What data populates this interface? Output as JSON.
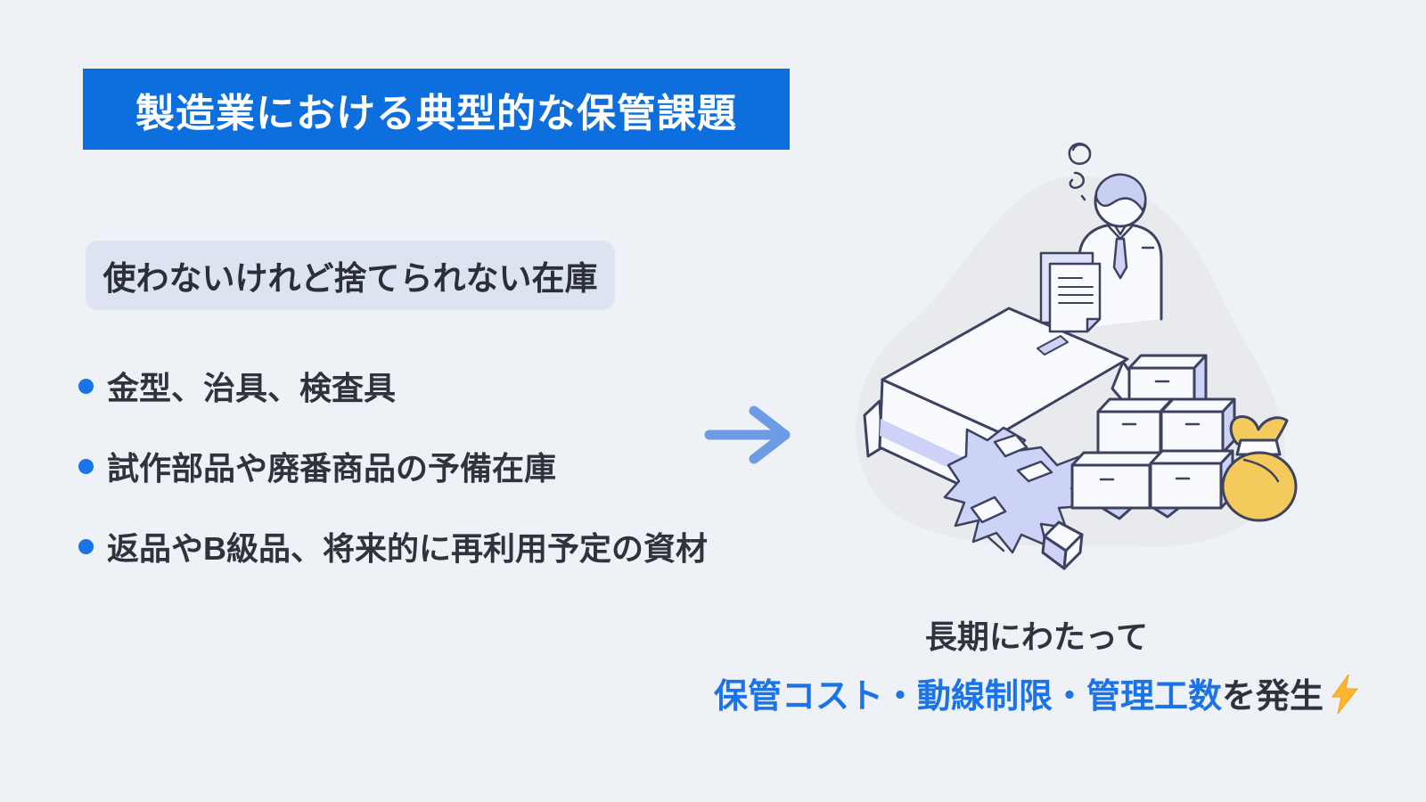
{
  "page": {
    "background": "#eef1f6"
  },
  "title": {
    "text": "製造業における典型的な保管課題",
    "bg_color": "#0d6edd",
    "text_color": "#ffffff"
  },
  "subtitle": {
    "text": "使わないけれど捨てられない在庫",
    "bg_color": "#dde3f1"
  },
  "bullets": {
    "dot_color": "#1a73e8",
    "items": [
      {
        "label": "金型、治具、検査具"
      },
      {
        "label": "試作部品や廃番商品の予備在庫"
      },
      {
        "label": "返品やB級品、将来的に再利用予定の資材"
      }
    ]
  },
  "arrow": {
    "direction": "right",
    "color": "#6d9ce4"
  },
  "illustration": {
    "name": "worried-person-with-overflowing-box-stacked-boxes-money-bag",
    "colors": {
      "outline": "#3c4260",
      "fill": "#f8fafe",
      "accent": "#ccd3f6",
      "blob": "#e8eaee",
      "money_bag": "#f5ca5c"
    }
  },
  "caption": {
    "line1": "長期にわたって",
    "line2_highlight": "保管コスト・動線制限・管理工数",
    "line2_rest": "を発生",
    "highlight_color": "#1a73e8",
    "bolt_color": "#ffb62e"
  }
}
